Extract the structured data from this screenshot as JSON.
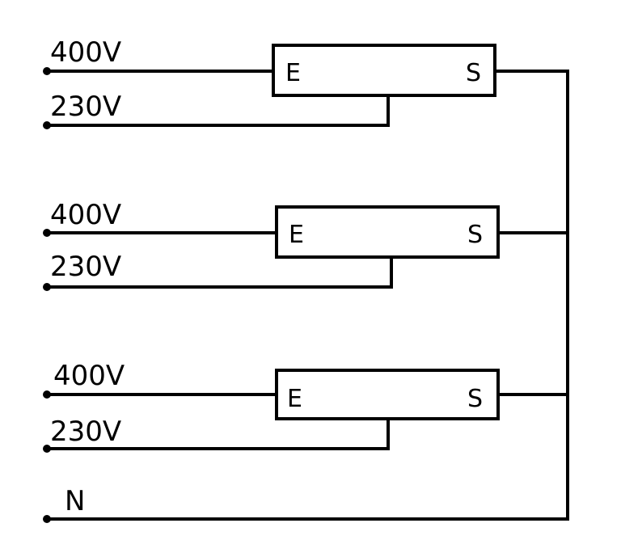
{
  "units": [
    {
      "high_voltage_label": "400V",
      "low_voltage_label": "230V",
      "left_terminal": "E",
      "right_terminal": "S"
    },
    {
      "high_voltage_label": "400V",
      "low_voltage_label": "230V",
      "left_terminal": "E",
      "right_terminal": "S"
    },
    {
      "high_voltage_label": "400V",
      "low_voltage_label": "230V",
      "left_terminal": "E",
      "right_terminal": "S"
    }
  ],
  "neutral_label": "N",
  "colors": {
    "line": "#000000",
    "background": "#ffffff"
  }
}
